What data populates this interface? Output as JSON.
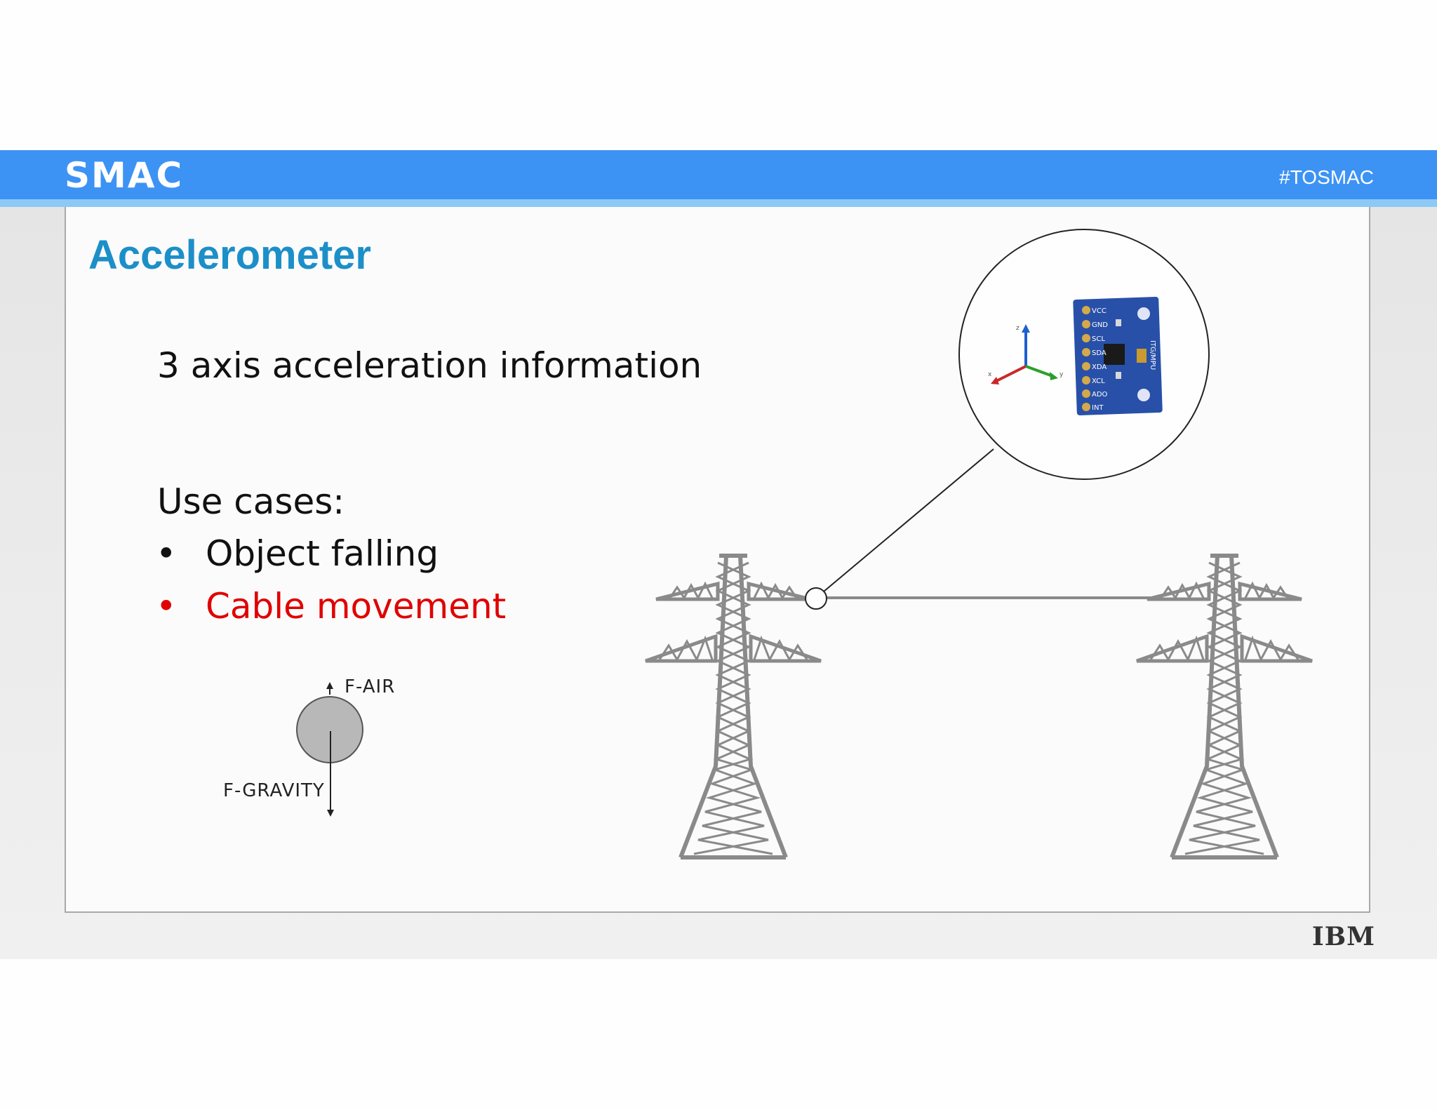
{
  "header": {
    "logo": "SMAC",
    "hashtag": "#TOSMAC",
    "bar_color": "#3d93f4"
  },
  "slide": {
    "title": "Accelerometer",
    "title_color": "#1c8fc8",
    "info_line": "3 axis acceleration information",
    "use_cases_label": "Use cases:",
    "bullets": [
      {
        "text": "Object falling",
        "color": "#111111"
      },
      {
        "text": "Cable movement",
        "color": "#e00000"
      }
    ]
  },
  "falling_diagram": {
    "air_label": "F-AIR",
    "gravity_label": "F-GRAVITY"
  },
  "sensor_board": {
    "pins": [
      "VCC",
      "GND",
      "SCL",
      "SDA",
      "XDA",
      "XCL",
      "ADO",
      "INT"
    ],
    "model": "ITG/MPU",
    "board_color": "#2850a8",
    "axis_icon": "xyz-axes-icon"
  },
  "footer": {
    "brand": "IBM"
  }
}
